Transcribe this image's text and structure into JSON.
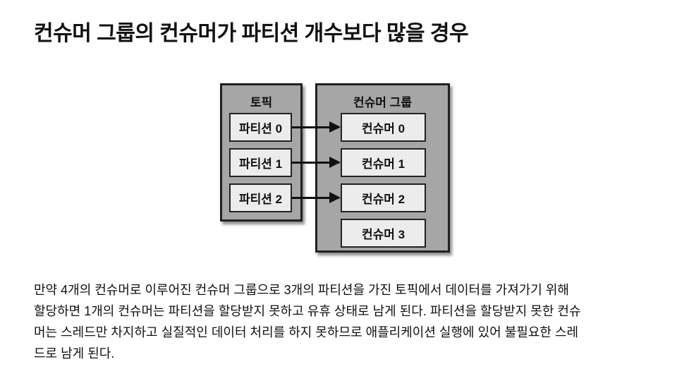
{
  "title": "컨슈머 그룹의 컨슈머가 파티션 개수보다 많을 경우",
  "diagram": {
    "topic_label": "토픽",
    "group_label": "컨슈머 그룹",
    "partitions": [
      "파티션 0",
      "파티션 1",
      "파티션 2"
    ],
    "consumers": [
      "컨슈머 0",
      "컨슈머 1",
      "컨슈머 2",
      "컨슈머 3"
    ]
  },
  "body_lines": [
    "만약 4개의 컨슈머로 이루어진 컨슈머 그룹으로 3개의 파티션을 가진 토픽에서 데이터를 가져가기 위해",
    "할당하면 1개의 컨슈머는 파티션을 할당받지 못하고 유휴 상태로 남게 된다. 파티션을 할당받지 못한 컨슈",
    "머는 스레드만 차지하고 실질적인 데이터 처리를 하지 못하므로 애플리케이션 실행에 있어 불필요한 스레",
    "드로 남게 된다."
  ]
}
